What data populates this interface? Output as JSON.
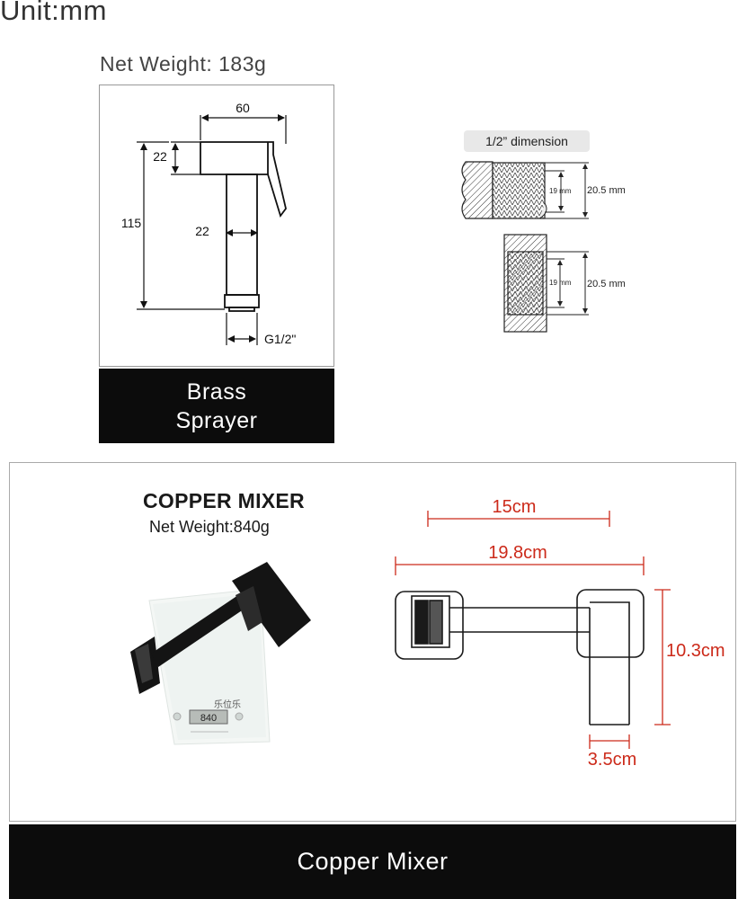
{
  "unit_label": "Unit:mm",
  "sprayer": {
    "net_weight": "Net Weight: 183g",
    "caption": "Brass Sprayer",
    "dims": {
      "width": "60",
      "head": "22",
      "height": "115",
      "stem": "22",
      "thread": "G1/2\""
    }
  },
  "thread_detail": {
    "title": "1/2”  dimension",
    "inner_top": "19 mm",
    "outer_top": "20.5 mm",
    "inner_bottom": "19 mm",
    "outer_bottom": "20.5 mm"
  },
  "mixer": {
    "title": "COPPER MIXER",
    "net_weight": "Net Weight:840g",
    "scale_reading": "840",
    "scale_brand": "乐位乐",
    "caption": "Copper Mixer",
    "dims": {
      "span": "15cm",
      "total": "19.8cm",
      "height": "10.3cm",
      "stem": "3.5cm"
    }
  },
  "colors": {
    "dimension_red": "#cc2a1a",
    "band_black": "#0c0c0c"
  }
}
